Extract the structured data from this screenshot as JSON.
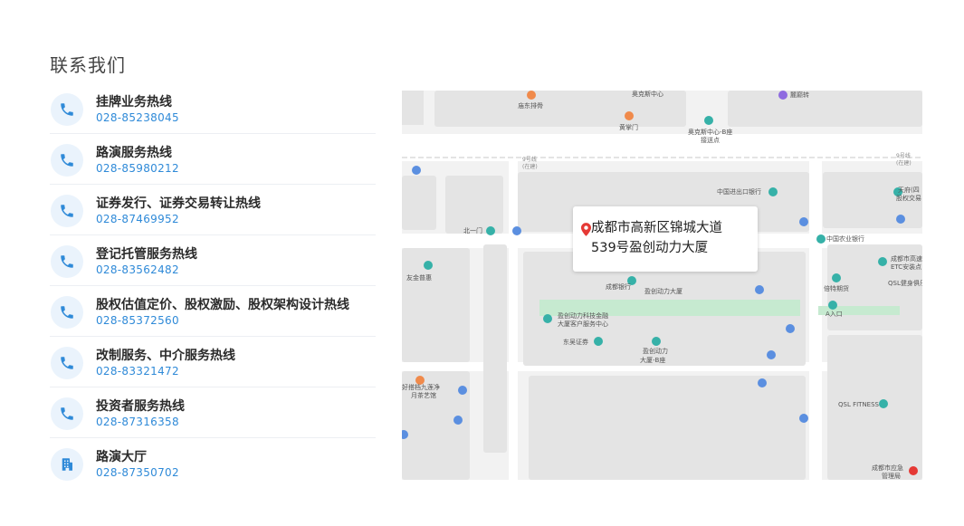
{
  "page": {
    "title": "联系我们"
  },
  "contacts": [
    {
      "label": "挂牌业务热线",
      "number": "028-85238045",
      "icon": "phone-icon"
    },
    {
      "label": "路演服务热线",
      "number": "028-85980212",
      "icon": "phone-icon"
    },
    {
      "label": "证券发行、证券交易转让热线",
      "number": "028-87469952",
      "icon": "phone-icon"
    },
    {
      "label": "登记托管服务热线",
      "number": "028-83562482",
      "icon": "phone-icon"
    },
    {
      "label": "股权估值定价、股权激励、股权架构设计热线",
      "number": "028-85372560",
      "icon": "phone-icon"
    },
    {
      "label": "改制服务、中介服务热线",
      "number": "028-83321472",
      "icon": "phone-icon"
    },
    {
      "label": "投资者服务热线",
      "number": "028-87316358",
      "icon": "phone-icon"
    },
    {
      "label": "路演大厅",
      "number": "028-87350702",
      "icon": "building-icon"
    }
  ],
  "map": {
    "popup": {
      "line1": "成都市高新区锦城大道",
      "line2": "539号盈创动力大厦"
    },
    "labels": {
      "l1": "奥克斯中心",
      "l2": "麓巅转",
      "l3": "庙东排骨",
      "l4": "黄掌门",
      "l5": "奥克斯中心-B座",
      "l6": "接送点",
      "l7": "9号线",
      "l8": "(在建)",
      "l9": "9号线",
      "l10": "(在建)",
      "l11": "中国进出口银行",
      "l12": "天府(四",
      "l13": "股权交易",
      "l14": "北一门",
      "l15": "中国农业银行",
      "l16": "友金普惠",
      "l17": "成都银行",
      "l18": "盈创动力大厦",
      "l19": "倍特期货",
      "l20": "成都市高速公",
      "l21": "ETC安装点",
      "l22": "QSL健身俱乐",
      "l23": "A入口",
      "l24": "盈创动力科技金融",
      "l25": "大厦客户服务中心",
      "l26": "东吴证券",
      "l27": "盈创动力",
      "l28": "大厦-B座",
      "l29": "好搭档九莲净",
      "l30": "月茶艺馆",
      "l31": "QSL FITNESS",
      "l32": "成都市应急",
      "l33": "管理局"
    },
    "colors": {
      "building": "#e4e4e4",
      "road": "#ffffff",
      "park": "#c6ead0",
      "parking": "#5b8fe0",
      "poi_orange": "#f08a4b",
      "poi_teal": "#36b1a8",
      "pin_red": "#e53935"
    }
  }
}
